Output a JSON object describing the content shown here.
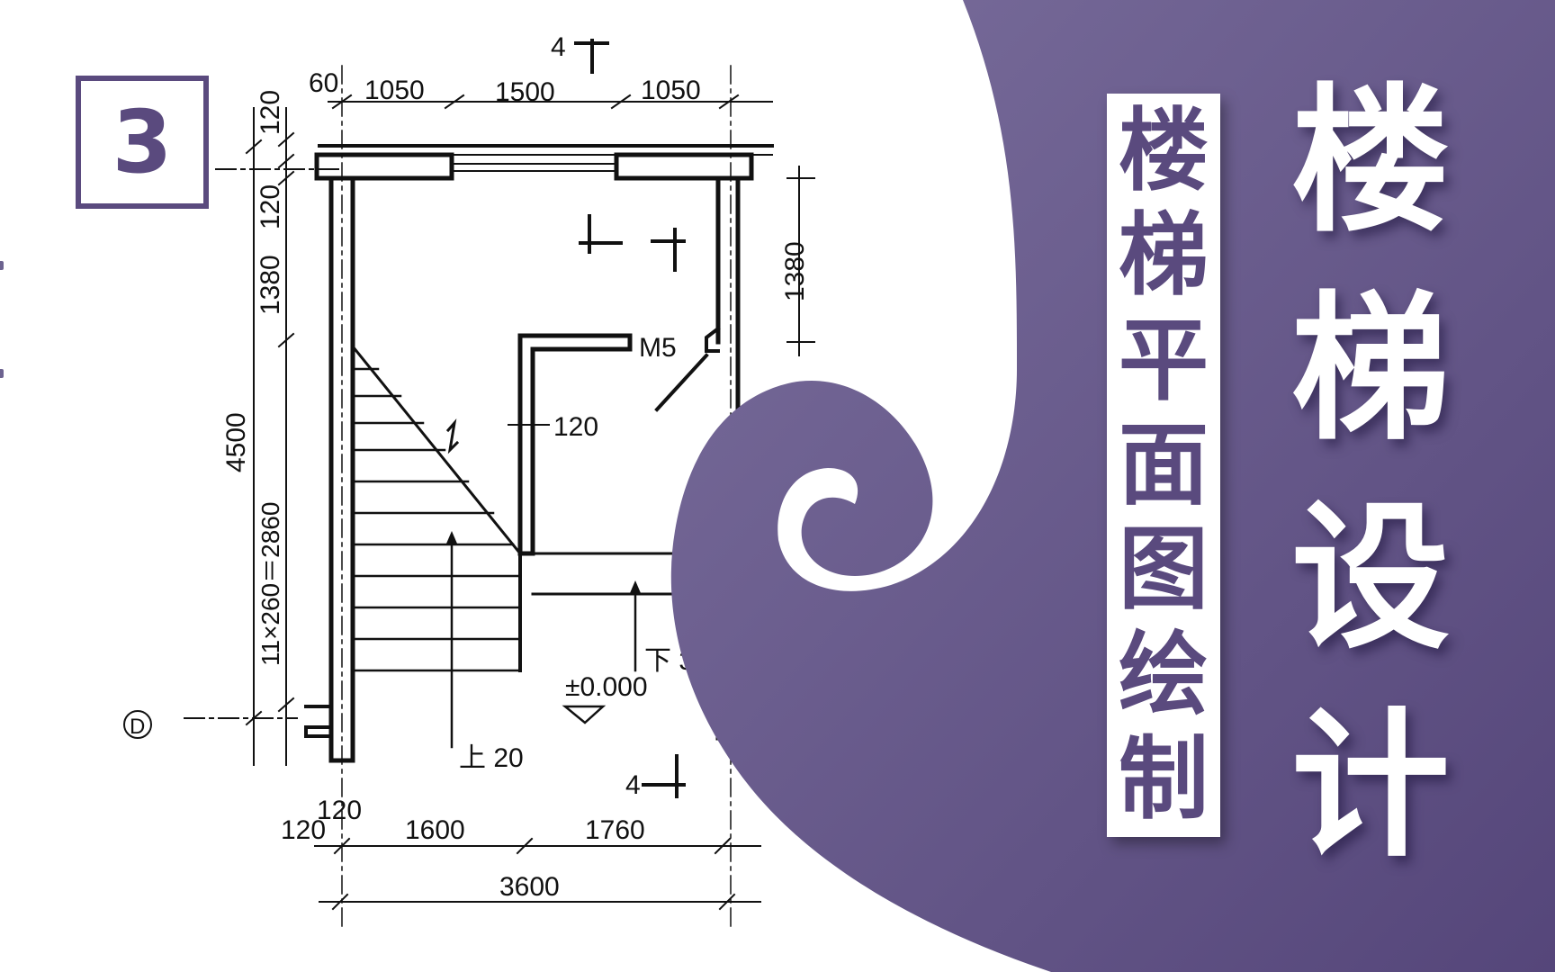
{
  "badge": {
    "number": "3"
  },
  "subtitle": {
    "chars": [
      "楼",
      "梯",
      "平",
      "面",
      "图",
      "绘",
      "制"
    ]
  },
  "title": {
    "chars": [
      "楼",
      "梯",
      "设",
      "计"
    ]
  },
  "colors": {
    "purple": "#5a4a7e",
    "purple_light": "#7a6e9c",
    "white": "#ffffff",
    "ink": "#111111"
  },
  "drawing": {
    "dims_top": [
      "60",
      "1050",
      "1500",
      "1050"
    ],
    "dims_left": [
      "120",
      "120",
      "1380",
      "4500",
      "11×260＝2860"
    ],
    "dim_right": "1380",
    "dims_bottom": [
      "120",
      "120",
      "1600",
      "1760",
      "3600"
    ],
    "axis_mark_top": "4",
    "axis_mark_bottom": "4",
    "door_label": "M5",
    "wall_dim": "120",
    "elevation": "±0.000",
    "up_label": "上 20",
    "down_label": "下 3",
    "axis_grid_label": "D"
  }
}
